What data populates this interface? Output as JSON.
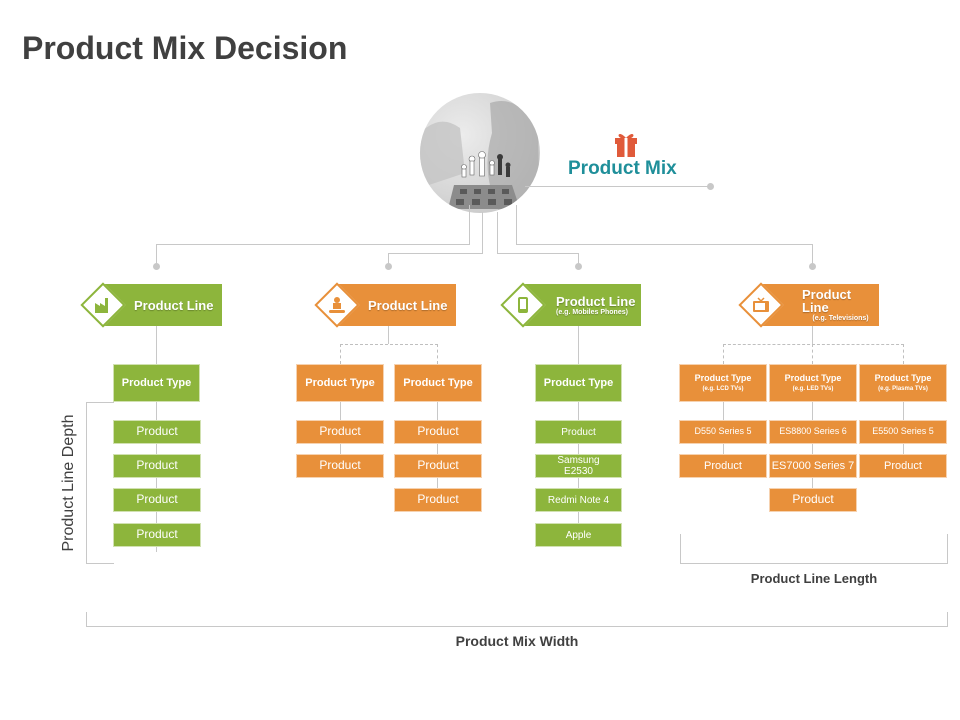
{
  "title": "Product Mix Decision",
  "product_mix_label": "Product Mix",
  "colors": {
    "green": "#8db53c",
    "orange": "#e8903a",
    "teal": "#1f8f9a",
    "gift": "#e05a3a"
  },
  "icons": {
    "root": "chess-photo",
    "title": "gift-icon"
  },
  "columns": [
    {
      "label": "Product Line",
      "sub": "",
      "icon": "factory-icon",
      "color": "green",
      "types": [
        {
          "label": "Product Type",
          "sub": "",
          "items": [
            "Product",
            "Product",
            "Product",
            "Product"
          ]
        }
      ]
    },
    {
      "label": "Product Line",
      "sub": "",
      "icon": "conveyor-icon",
      "color": "orange",
      "types": [
        {
          "label": "Product Type",
          "sub": "",
          "items": [
            "Product",
            "Product"
          ]
        },
        {
          "label": "Product Type",
          "sub": "",
          "items": [
            "Product",
            "Product",
            "Product"
          ]
        }
      ]
    },
    {
      "label": "Product Line",
      "sub": "(e.g. Mobiles Phones)",
      "icon": "mobile-phone-icon",
      "color": "green",
      "types": [
        {
          "label": "Product Type",
          "sub": "",
          "items": [
            "Product",
            "Samsung E2530",
            "Redmi Note 4",
            "Apple"
          ]
        }
      ]
    },
    {
      "label": "Product Line",
      "sub": "(e.g. Televisions)",
      "icon": "television-icon",
      "color": "orange",
      "types": [
        {
          "label": "Product Type",
          "sub": "(e.g. LCD TVs)",
          "items": [
            "D550 Series 5",
            "Product"
          ]
        },
        {
          "label": "Product Type",
          "sub": "(e.g. LED TVs)",
          "items": [
            "ES8800 Series 6",
            "ES7000 Series 7",
            "Product"
          ]
        },
        {
          "label": "Product Type",
          "sub": "(e.g. Plasma TVs)",
          "items": [
            "E5500 Series 5",
            "Product"
          ]
        }
      ]
    }
  ],
  "labels": {
    "depth": "Product Line Depth",
    "length": "Product Line Length",
    "width": "Product Mix Width"
  }
}
